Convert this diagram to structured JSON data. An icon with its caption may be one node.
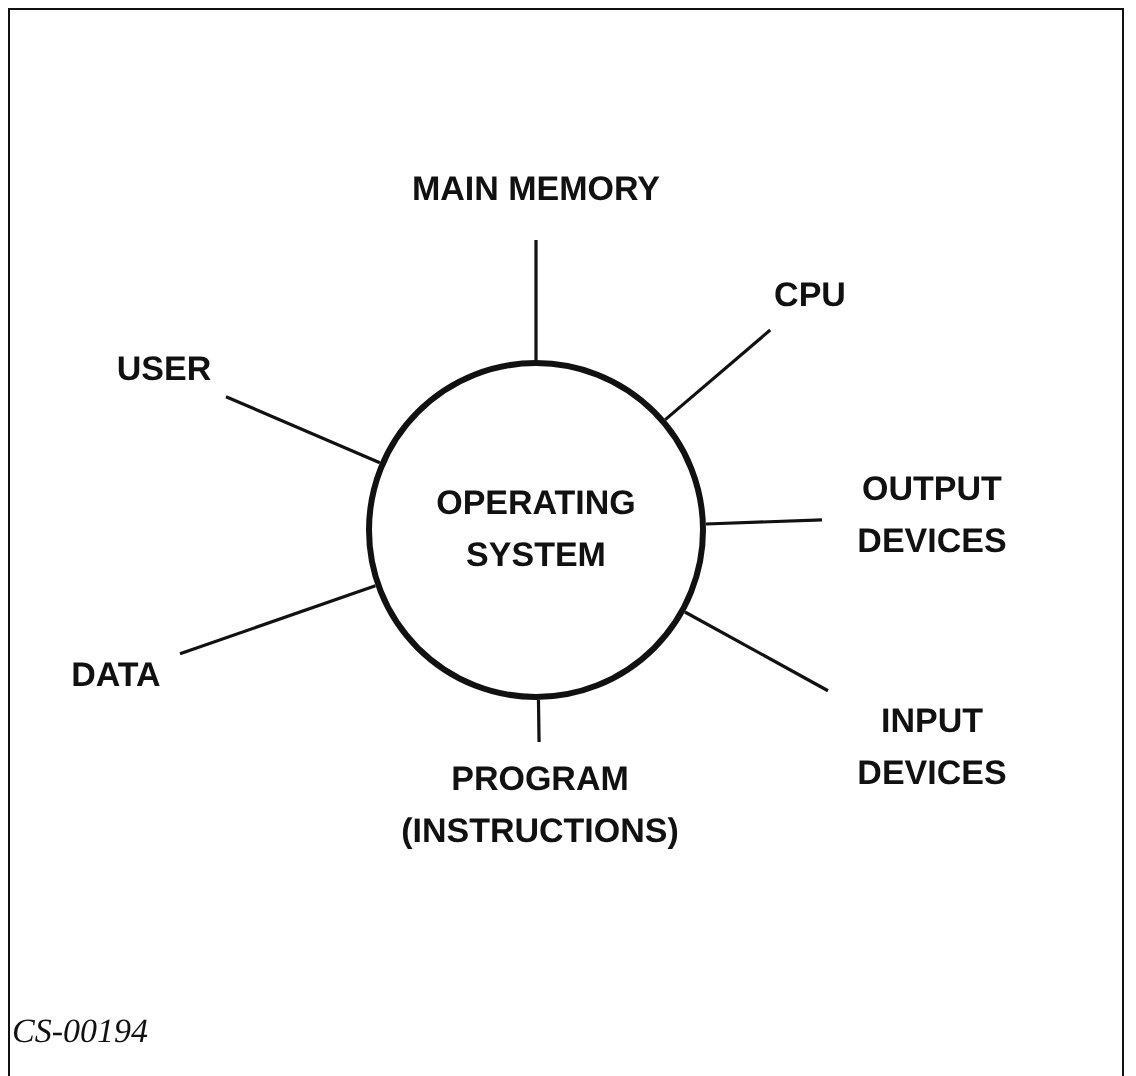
{
  "diagram": {
    "nodes": [
      {
        "text": [
          "MAIN MEMORY"
        ]
      },
      {
        "text": [
          "CPU"
        ]
      },
      {
        "text": [
          "USER"
        ]
      },
      {
        "text": [
          "OPERATING SYSTEM"
        ]
      },
      {
        "text": [
          "OUTPUT DEVICES"
        ]
      },
      {
        "text": [
          "DATA"
        ]
      },
      {
        "text": [
          "INPUT DEVICES"
        ]
      },
      {
        "text": [
          "PROGRAM (INSTRUCTIONS)"
        ]
      }
    ],
    "edges": [
      {
        "from": 3,
        "to": 0,
        "arrow": "none"
      },
      {
        "from": 3,
        "to": 1,
        "arrow": "none"
      },
      {
        "from": 3,
        "to": 2,
        "arrow": "none"
      },
      {
        "from": 3,
        "to": 4,
        "arrow": "none"
      },
      {
        "from": 3,
        "to": 5,
        "arrow": "none"
      },
      {
        "from": 3,
        "to": 6,
        "arrow": "none"
      },
      {
        "from": 3,
        "to": 7,
        "arrow": "none"
      }
    ],
    "labels": [
      "CS-00194"
    ]
  }
}
